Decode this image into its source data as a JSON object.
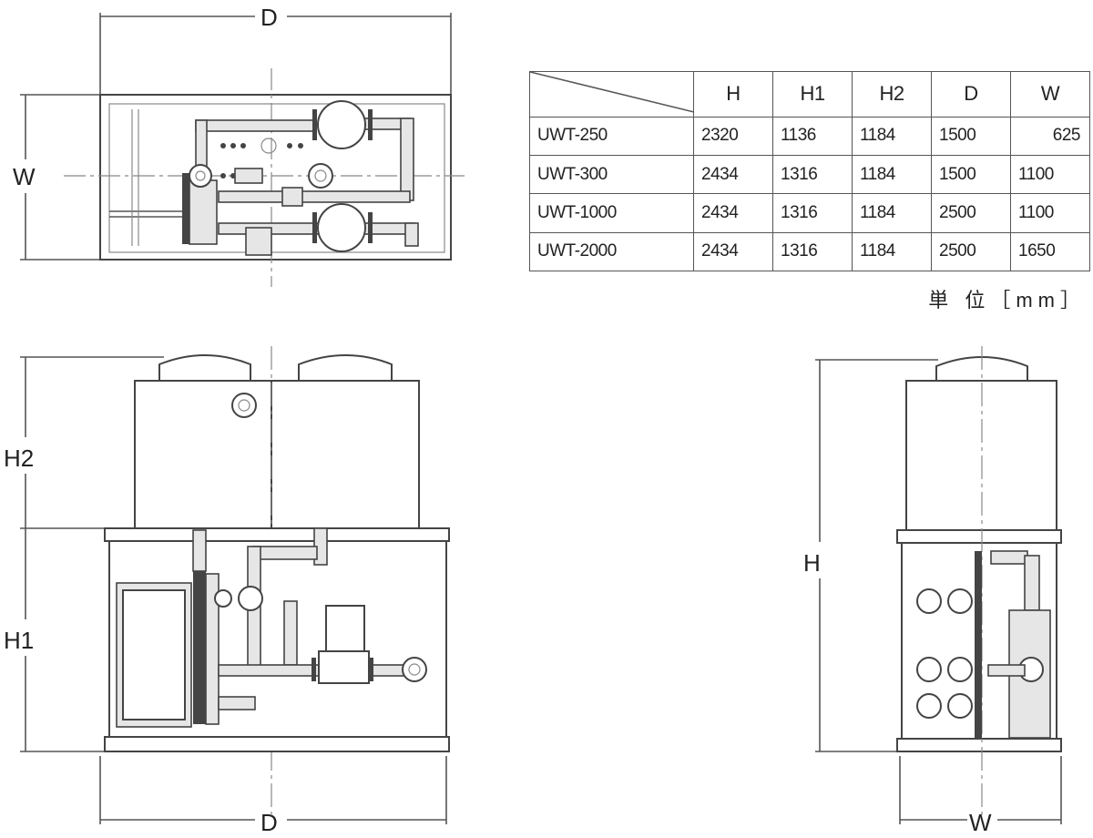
{
  "labels": {
    "top_D": "D",
    "top_W": "W",
    "front_H2": "H2",
    "front_H1": "H1",
    "front_D": "D",
    "side_H": "H",
    "side_W": "W"
  },
  "table": {
    "columns": [
      "H",
      "H1",
      "H2",
      "D",
      "W"
    ],
    "rows": [
      {
        "model": "UWT-250",
        "values": [
          "2320",
          "1136",
          "1184",
          "1500",
          "625"
        ]
      },
      {
        "model": "UWT-300",
        "values": [
          "2434",
          "1316",
          "1184",
          "1500",
          "1100"
        ]
      },
      {
        "model": "UWT-1000",
        "values": [
          "2434",
          "1316",
          "1184",
          "2500",
          "1100"
        ]
      },
      {
        "model": "UWT-2000",
        "values": [
          "2434",
          "1316",
          "1184",
          "2500",
          "1650"
        ]
      }
    ],
    "unit": "単 位［mm］"
  }
}
